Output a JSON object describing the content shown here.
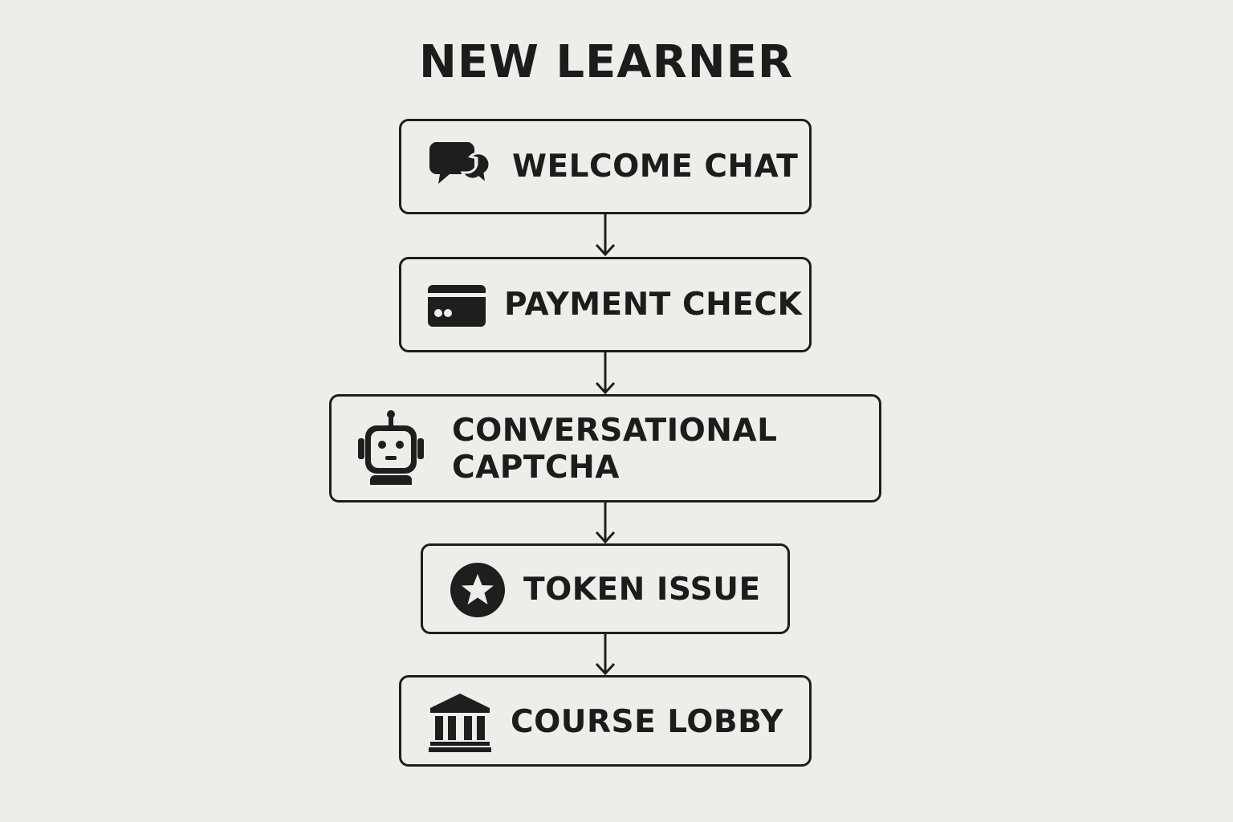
{
  "title": "NEW LEARNER",
  "colors": {
    "background": "#efedea",
    "stroke": "#1e1e1e",
    "text": "#1c1c1c"
  },
  "steps": [
    {
      "label": "WELCOME CHAT",
      "icon": "chat-bubbles-icon"
    },
    {
      "label": "PAYMENT CHECK",
      "icon": "credit-card-icon"
    },
    {
      "label": "CONVERSATIONAL CAPTCHA",
      "icon": "robot-icon"
    },
    {
      "label": "TOKEN ISSUE",
      "icon": "star-badge-icon"
    },
    {
      "label": "COURSE LOBBY",
      "icon": "bank-building-icon"
    }
  ]
}
